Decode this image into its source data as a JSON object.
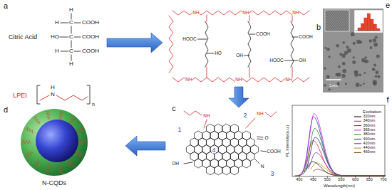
{
  "diagram": {
    "labels": [
      "a",
      "Citric Acid",
      "H",
      "H",
      "C",
      "COOH",
      "HO",
      "C",
      "COOH",
      "H",
      "C",
      "COOH",
      "H",
      "LPEI",
      "H",
      "N",
      "n",
      "b",
      "HOOC",
      "HO",
      "COOH",
      "OH",
      "COOH",
      "HOOC",
      "OH",
      "NH",
      "NH",
      "NH",
      "NH",
      "NH",
      "NH",
      "c",
      "1",
      "2",
      "3",
      "4",
      "NH",
      "NH",
      "OH",
      "O",
      "COOH",
      "N",
      "d",
      "N-CQDs",
      "e",
      "5nm",
      "f",
      "PL Intensity(a.u.)",
      "Wavelength(nm)",
      "400",
      "450",
      "500",
      "550",
      "600",
      "650",
      "700",
      "Excitation"
    ],
    "legend": [
      {
        "text": "320nm"
      },
      {
        "text": "340nm"
      },
      {
        "text": "360nm"
      },
      {
        "text": "365nm"
      },
      {
        "text": "380nm"
      },
      {
        "text": "400nm"
      },
      {
        "text": "420nm"
      },
      {
        "text": "440nm"
      },
      {
        "text": "460nm"
      }
    ]
  }
}
